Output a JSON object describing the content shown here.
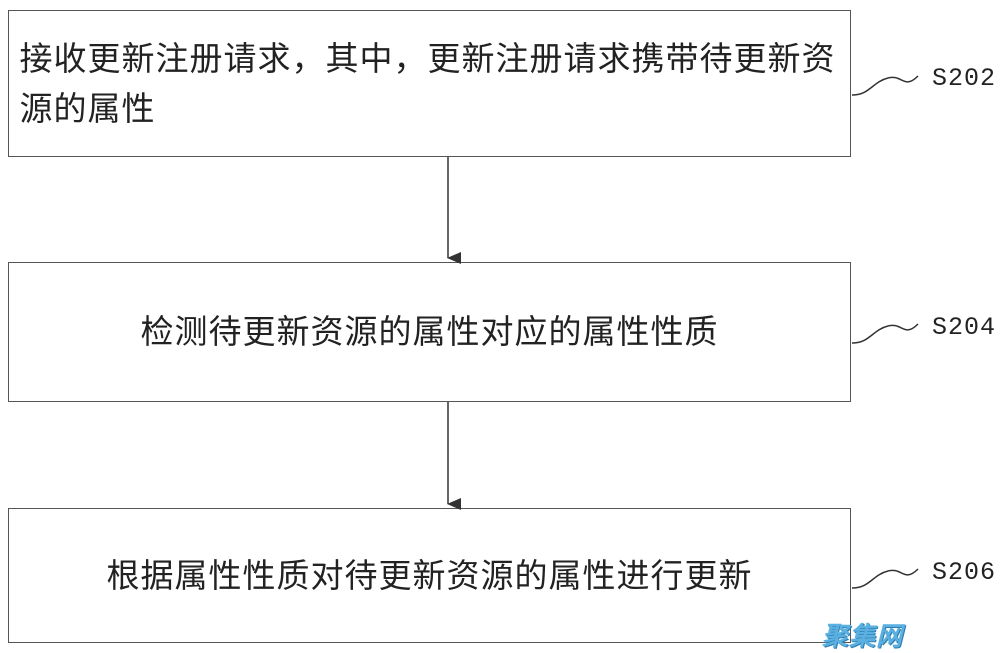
{
  "steps": [
    {
      "text": "接收更新注册请求，其中，更新注册请求携带待更新资源的属性",
      "label": "S202"
    },
    {
      "text": "检测待更新资源的属性对应的属性性质",
      "label": "S204"
    },
    {
      "text": "根据属性性质对待更新资源的属性进行更新",
      "label": "S206"
    }
  ],
  "watermark": "聚集网",
  "colors": {
    "line": "#333333",
    "text": "#222222",
    "watermark": "#5ab0e0"
  }
}
